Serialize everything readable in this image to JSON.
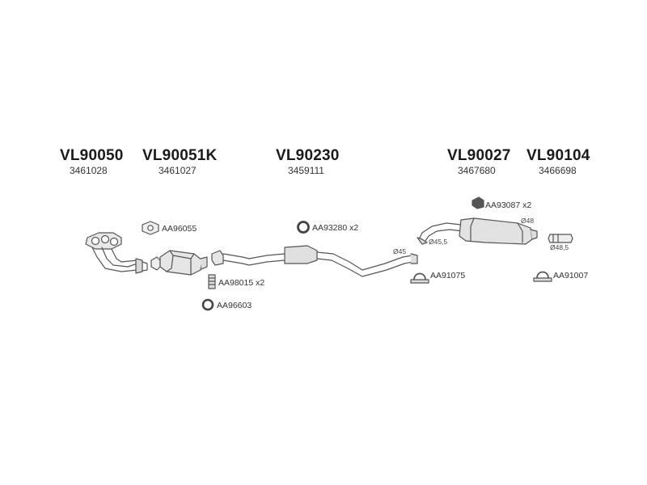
{
  "parts": [
    {
      "code": "VL90050",
      "number": "3461028"
    },
    {
      "code": "VL90051K",
      "number": "3461027"
    },
    {
      "code": "VL90230",
      "number": "3459111"
    },
    {
      "code": "VL90027",
      "number": "3467680"
    },
    {
      "code": "VL90104",
      "number": "3466698"
    }
  ],
  "accessories": {
    "gasket_front": "AA96055",
    "clamp_ring": "AA93280 x2",
    "bolts": "AA98015 x2",
    "ring_small": "AA96603",
    "rubber_mount": "AA93087 x2",
    "clamp_a": "AA91075",
    "clamp_b": "AA91007"
  },
  "diameters": {
    "d45": "Ø45",
    "d45_5": "Ø45,5",
    "d48": "Ø48",
    "d48_5": "Ø48,5"
  },
  "colors": {
    "line": "#555555",
    "fill_light": "#e6e6e6",
    "fill_mid": "#cfcfcf"
  }
}
